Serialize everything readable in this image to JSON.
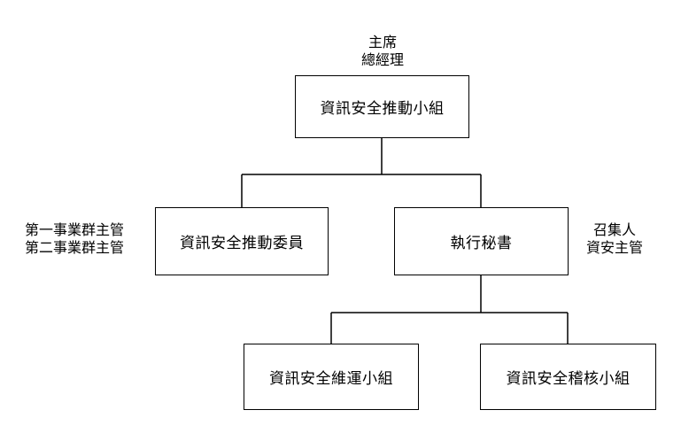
{
  "diagram": {
    "top_label": {
      "line1": "主席",
      "line2": "總經理"
    },
    "steering_group": "資訊安全推動小組",
    "committee_member": "資訊安全推動委員",
    "executive_secretary": "執行秘書",
    "left_label": {
      "line1": "第一事業群主管",
      "line2": "第二事業群主管"
    },
    "right_label": {
      "line1": "召集人",
      "line2": "資安主管"
    },
    "operations_group": "資訊安全維運小組",
    "audit_group": "資訊安全稽核小組"
  }
}
